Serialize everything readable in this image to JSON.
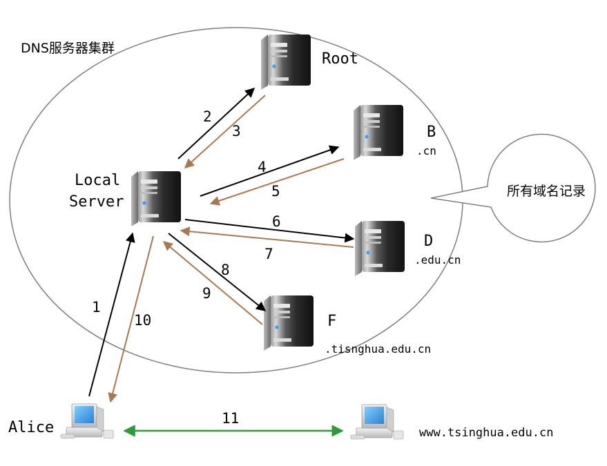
{
  "cluster": {
    "title": "DNS服务器集群"
  },
  "bubble": {
    "text": "所有域名记录"
  },
  "servers": {
    "root": {
      "name": "Root",
      "domain": ""
    },
    "b": {
      "name": "B",
      "domain": ".cn"
    },
    "d": {
      "name": "D",
      "domain": ".edu.cn"
    },
    "f": {
      "name": "F",
      "domain": ".tisnghua.edu.cn"
    },
    "local": {
      "name_line1": "Local",
      "name_line2": "Server"
    }
  },
  "clients": {
    "alice": {
      "name": "Alice"
    },
    "web": {
      "name": "www.tsinghua.edu.cn"
    }
  },
  "steps": {
    "s1": "1",
    "s2": "2",
    "s3": "3",
    "s4": "4",
    "s5": "5",
    "s6": "6",
    "s7": "7",
    "s8": "8",
    "s9": "9",
    "s10": "10",
    "s11": "11"
  },
  "colors": {
    "request": "#000000",
    "response": "#a8784f",
    "direct": "#2e9a3a",
    "ellipse": "#7d7d7d"
  }
}
